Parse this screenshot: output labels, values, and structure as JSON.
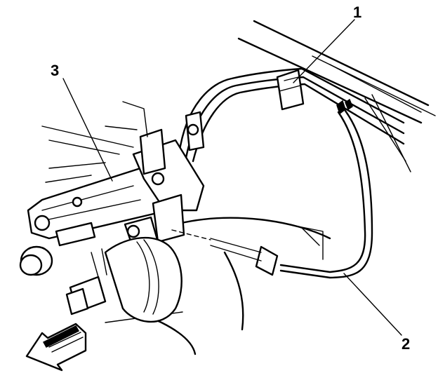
{
  "callouts": {
    "one": "1",
    "two": "2",
    "three": "3"
  },
  "colors": {
    "ink": "#000000",
    "paper": "#ffffff"
  },
  "icons": {
    "direction_arrow": "front-direction-arrow-icon"
  }
}
